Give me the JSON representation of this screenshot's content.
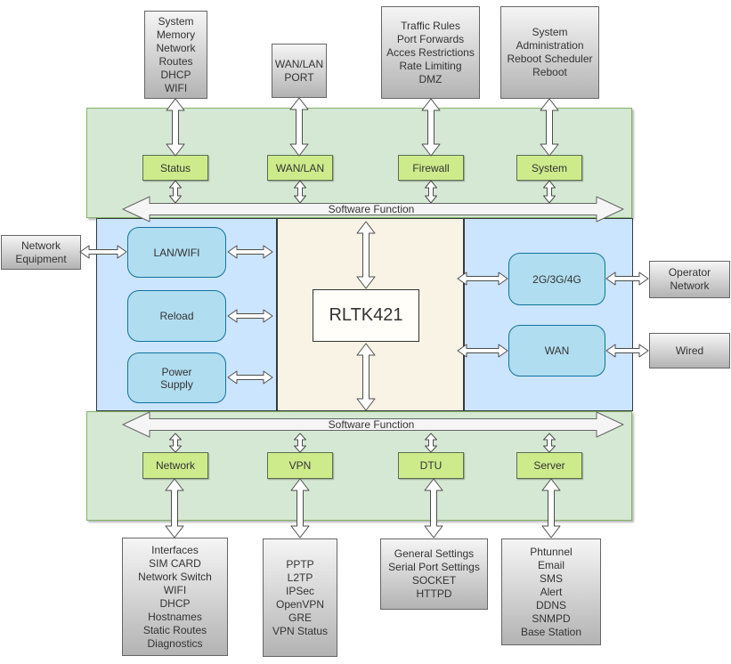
{
  "chip": {
    "label": "RLTK421"
  },
  "software_function_top": {
    "label": "Software Function",
    "modules": [
      "Status",
      "WAN/LAN",
      "Firewall",
      "System"
    ]
  },
  "software_function_bottom": {
    "label": "Software Function",
    "modules": [
      "Network",
      "VPN",
      "DTU",
      "Server"
    ]
  },
  "top_detail_boxes": [
    {
      "name": "status-pages",
      "lines": [
        "System",
        "Memory",
        "Network",
        "Routes",
        "DHCP",
        "WIFI"
      ]
    },
    {
      "name": "wan-lan-port",
      "lines": [
        "WAN/LAN",
        "PORT"
      ]
    },
    {
      "name": "firewall-pages",
      "lines": [
        "Traffic Rules",
        "Port Forwards",
        "Acces Restrictions",
        "Rate Limiting",
        "DMZ"
      ]
    },
    {
      "name": "system-pages",
      "lines": [
        "System",
        "Administration",
        "Reboot Scheduler",
        "Reboot"
      ]
    }
  ],
  "hardware": {
    "left_external": {
      "label": "Network Equipment"
    },
    "left_modules": [
      "LAN/WIFI",
      "Reload",
      "Power Supply"
    ],
    "right_modules": [
      "2G/3G/4G",
      "WAN"
    ],
    "right_external": [
      {
        "label": "Operator Network"
      },
      {
        "label": "Wired"
      }
    ]
  },
  "bottom_detail_boxes": [
    {
      "name": "network-pages",
      "lines": [
        "Interfaces",
        "SIM CARD",
        "Network Switch",
        "WIFI",
        "DHCP",
        "Hostnames",
        "Static Routes",
        "Diagnostics"
      ]
    },
    {
      "name": "vpn-pages",
      "lines": [
        "PPTP",
        "L2TP",
        "IPSec",
        "OpenVPN",
        "GRE",
        "VPN Status"
      ]
    },
    {
      "name": "dtu-pages",
      "lines": [
        "General Settings",
        "Serial Port Settings",
        "SOCKET",
        "HTTPD"
      ]
    },
    {
      "name": "server-pages",
      "lines": [
        "Phtunnel",
        "Email",
        "SMS",
        "Alert",
        "DDNS",
        "SNMPD",
        "Base Station"
      ]
    }
  ],
  "colors": {
    "green_band": "#d5e8d4",
    "green_band_border": "#82b366",
    "lime_module": "#cdeb8b",
    "blue_panel": "#cce5ff",
    "blue_module": "#b1ddf0",
    "blue_module_border": "#10739e",
    "cream_panel": "#f8f3e4",
    "gray_gradient_bottom": "#b3b3b3",
    "arrow_fill": "#f5f5f5"
  }
}
